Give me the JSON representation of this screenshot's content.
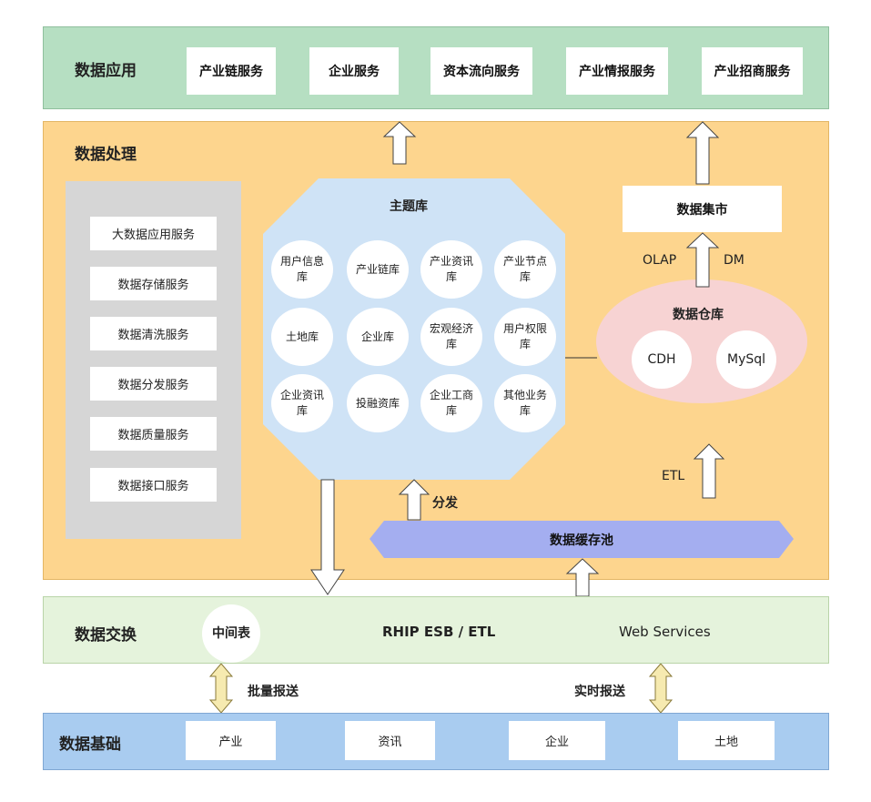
{
  "app_layer": {
    "title": "数据应用",
    "services": [
      "产业链服务",
      "企业服务",
      "资本流向服务",
      "产业情报服务",
      "产业招商服务"
    ]
  },
  "processing_layer": {
    "title": "数据处理",
    "services": [
      "大数据应用服务",
      "数据存储服务",
      "数据清洗服务",
      "数据分发服务",
      "数据质量服务",
      "数据接口服务"
    ],
    "topic_db": {
      "title": "主题库",
      "dbs": [
        [
          "用户信息",
          "库"
        ],
        [
          "产业链库"
        ],
        [
          "产业资讯",
          "库"
        ],
        [
          "产业节点",
          "库"
        ],
        [
          "土地库"
        ],
        [
          "企业库"
        ],
        [
          "宏观经济",
          "库"
        ],
        [
          "用户权限",
          "库"
        ],
        [
          "企业资讯",
          "库"
        ],
        [
          "投融资库"
        ],
        [
          "企业工商",
          "库"
        ],
        [
          "其他业务",
          "库"
        ]
      ]
    },
    "data_mart": "数据集市",
    "olap_label": "OLAP",
    "dm_label": "DM",
    "warehouse": {
      "title": "数据仓库",
      "items": [
        "CDH",
        "MySql"
      ]
    },
    "etl_label": "ETL",
    "distribute_label": "分发",
    "cache_pool": "数据缓存池"
  },
  "exchange_layer": {
    "title": "数据交换",
    "middle_table": "中间表",
    "esb": "RHIP ESB / ETL",
    "web_services": "Web Services"
  },
  "transfer": {
    "batch": "批量报送",
    "realtime": "实时报送"
  },
  "base_layer": {
    "title": "数据基础",
    "items": [
      "产业",
      "资讯",
      "企业",
      "土地"
    ]
  },
  "colors": {
    "app_bg": "#b6dfc2",
    "processing_bg": "#fdd58e",
    "service_panel": "#d6d6d6",
    "topic_db_bg": "#cfe3f6",
    "warehouse_bg": "#f7d3d3",
    "cache_pool": "#a4aef0",
    "exchange_bg": "#e5f3dc",
    "base_bg": "#a9ccf0",
    "transfer_arrow": "#f6eab0"
  }
}
